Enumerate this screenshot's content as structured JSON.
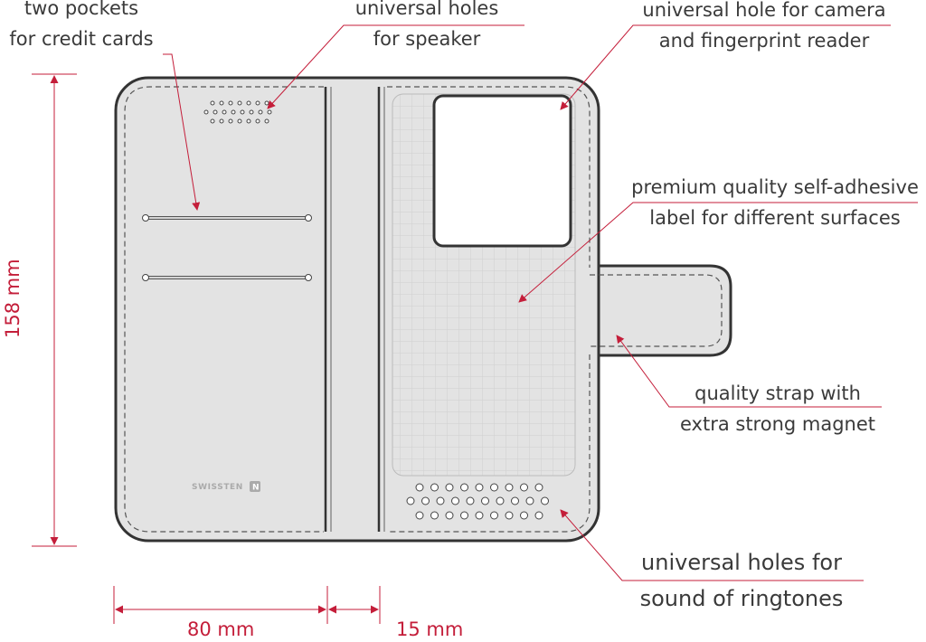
{
  "callouts": {
    "pockets": [
      "two pockets",
      "for credit cards"
    ],
    "speaker": [
      "universal holes",
      "for speaker"
    ],
    "camera": [
      "universal hole for camera",
      "and fingerprint reader"
    ],
    "label": [
      "premium quality self-adhesive",
      "label for different surfaces"
    ],
    "strap": [
      "quality strap with",
      "extra strong magnet"
    ],
    "ringtones": [
      "universal holes for",
      "sound of ringtones"
    ]
  },
  "dimensions": {
    "height": "158 mm",
    "width": "80 mm",
    "spine": "15 mm"
  },
  "brand": "SWISSTEN",
  "colors": {
    "accent": "#c41e3a",
    "case_fill": "#e3e3e3",
    "case_outline": "#333333",
    "text": "#3a3a3a"
  }
}
